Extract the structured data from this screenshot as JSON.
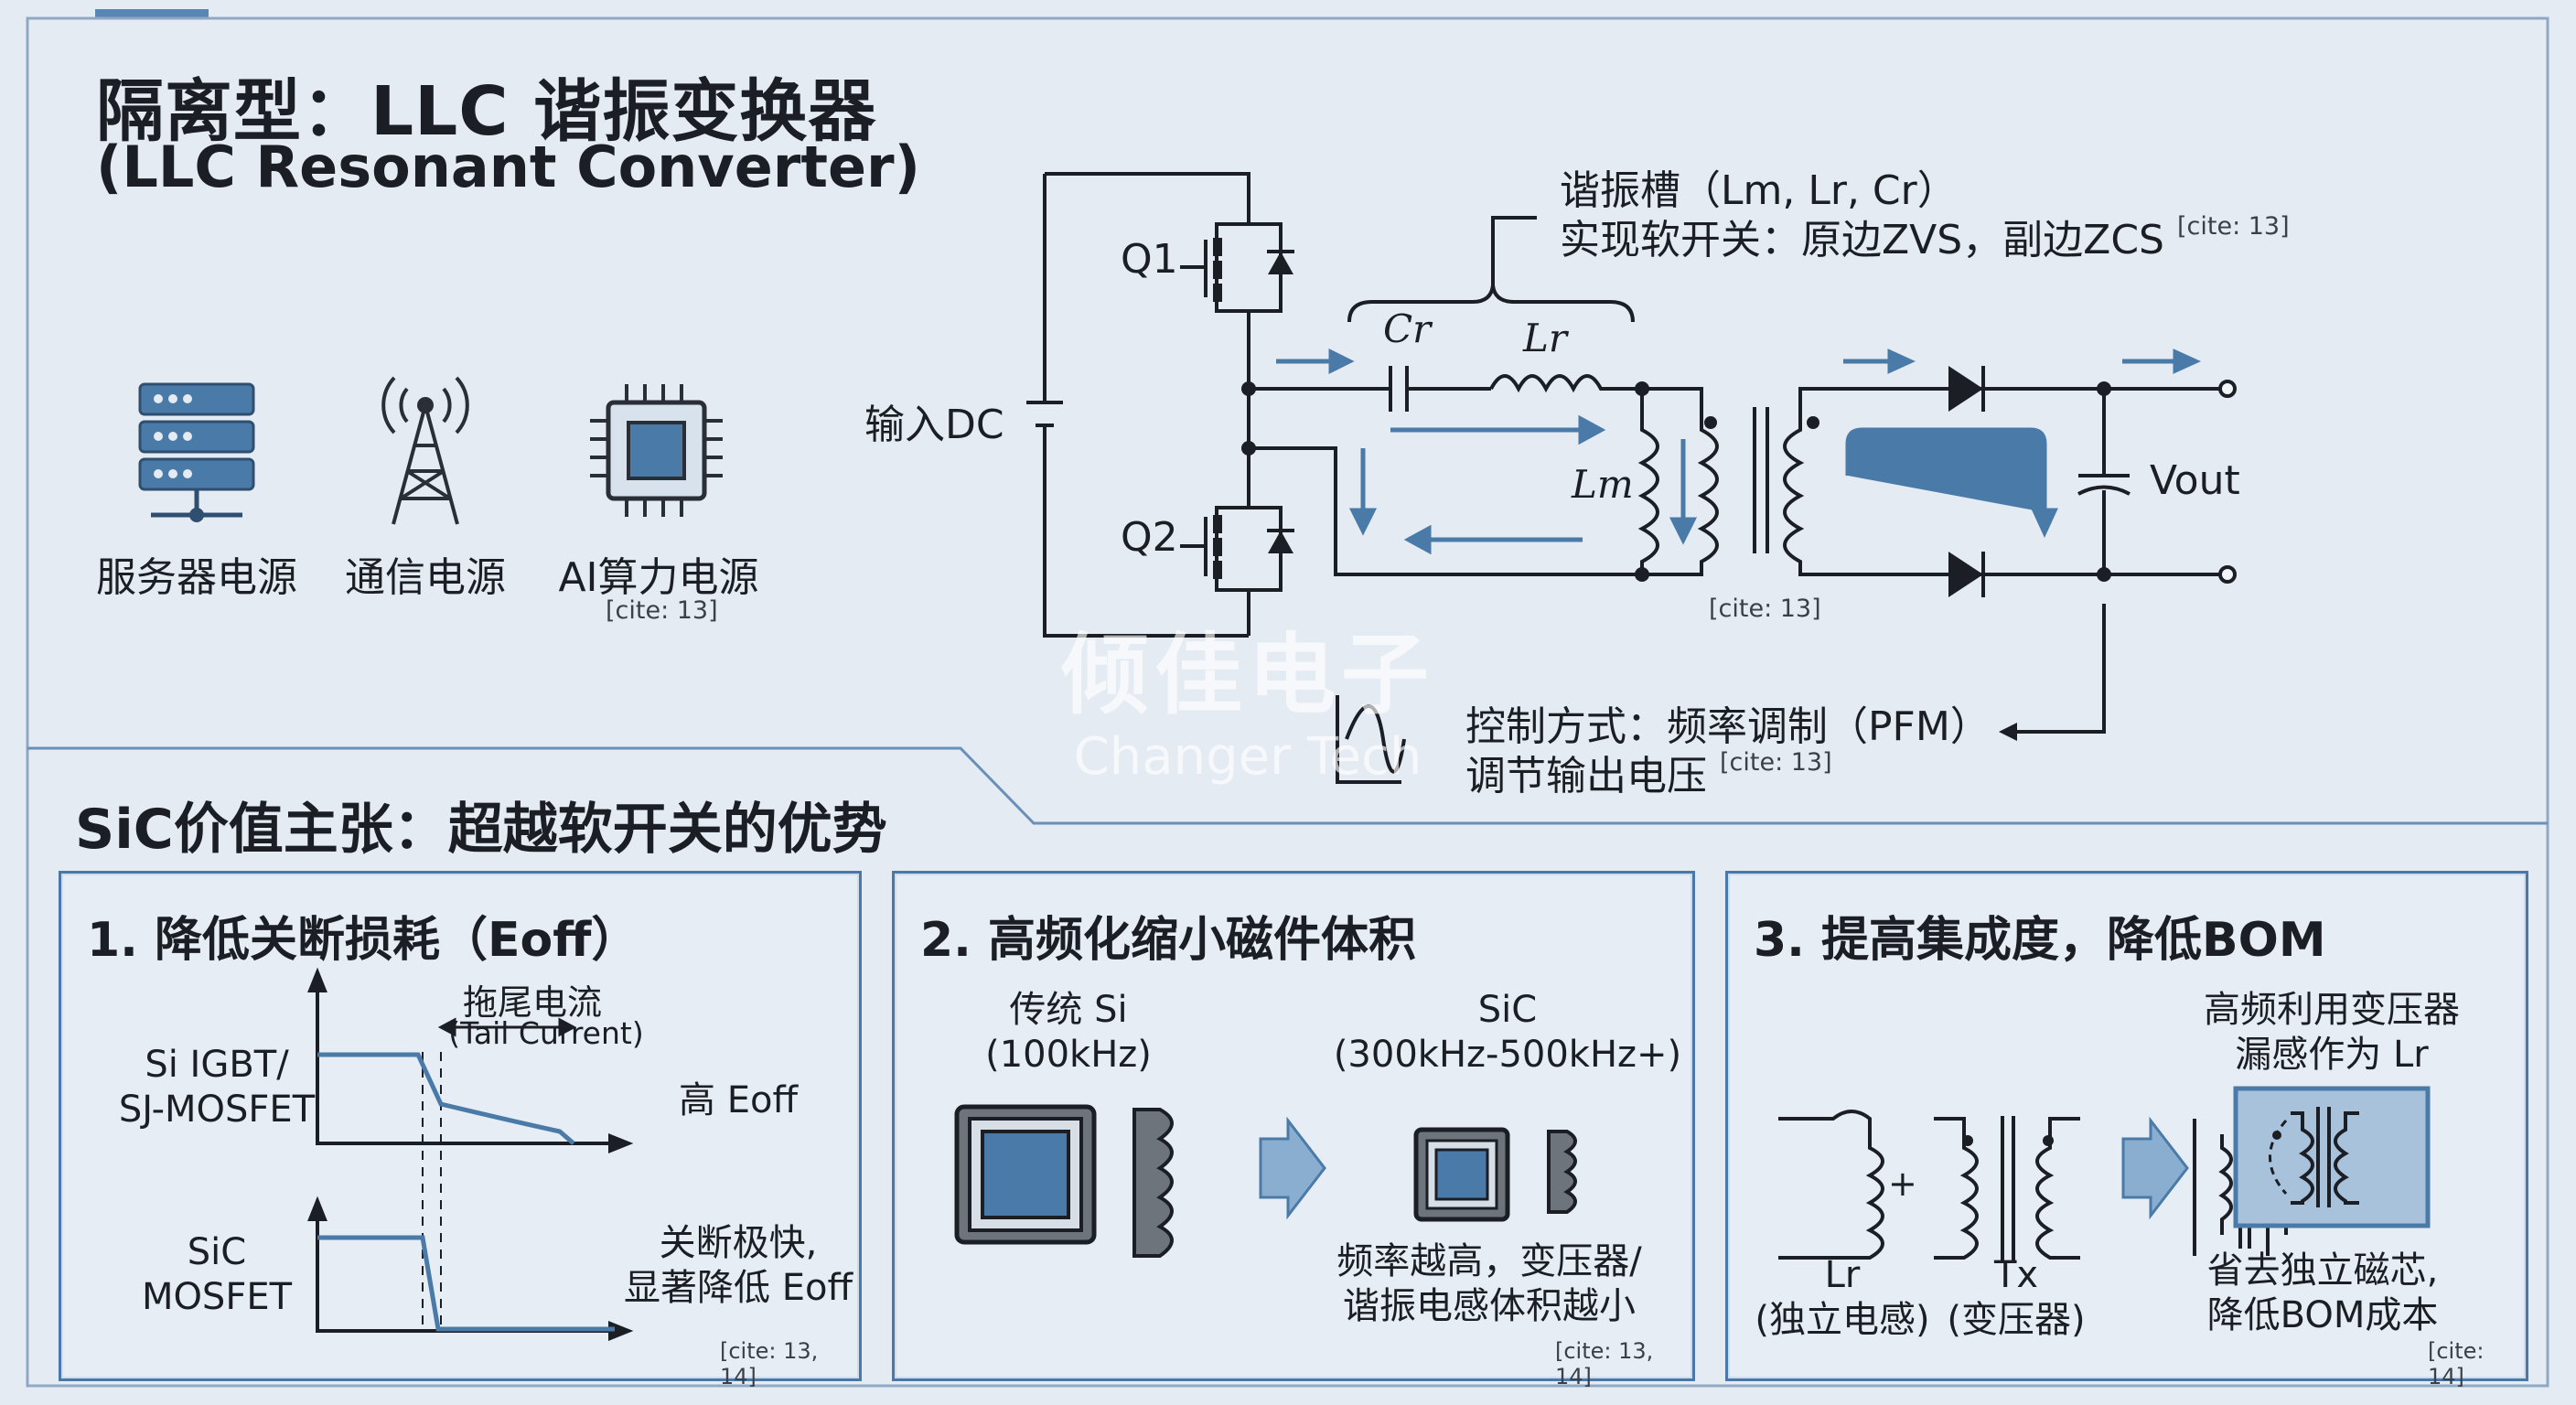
{
  "header": {
    "title_cn": "隔离型：LLC 谐振变换器",
    "title_en": "(LLC Resonant Converter)"
  },
  "applications": [
    {
      "icon": "server-icon",
      "label": "服务器电源"
    },
    {
      "icon": "tower-icon",
      "label": "通信电源"
    },
    {
      "icon": "chip-icon",
      "label": "AI算力电源"
    }
  ],
  "applications_cite": "[cite: 13]",
  "circuit": {
    "tank_label": "谐振槽（Lm, Lr, Cr）",
    "soft_switch": "实现软开关：原边ZVS，副边ZCS",
    "soft_switch_cite": "[cite: 13]",
    "input_label": "输入DC",
    "q1": "Q1",
    "q2": "Q2",
    "cr": "Cr",
    "lr": "Lr",
    "lm": "Lm",
    "vout": "Vout",
    "diagram_cite": "[cite: 13]",
    "control_line1": "控制方式：频率调制（PFM）",
    "control_line2": "调节输出电压",
    "control_cite": "[cite: 13]"
  },
  "watermark": {
    "cn": "倾佳电子",
    "en": "Changer Tech"
  },
  "section2": {
    "title": "SiC价值主张：超越软开关的优势"
  },
  "panel1": {
    "title": "1. 降低关断损耗（Eoff）",
    "row1_label": "Si IGBT/\nSJ-MOSFET",
    "row2_label": "SiC\nMOSFET",
    "tail_label": "拖尾电流",
    "tail_label_en": "(Tail Current)",
    "high_eoff": "高 Eoff",
    "fast_off": "关断极快,\n显著降低 Eoff",
    "cite": "[cite: 13, 14]"
  },
  "panel2": {
    "title": "2. 高频化缩小磁件体积",
    "si_label": "传统 Si\n(100kHz)",
    "sic_label": "SiC\n(300kHz-500kHz+)",
    "note": "频率越高，变压器/\n谐振电感体积越小",
    "cite": "[cite: 13, 14]"
  },
  "panel3": {
    "title": "3. 提高集成度，降低BOM",
    "top_label": "高频利用变压器\n漏感作为 Lr",
    "lr_label": "Lr\n(独立电感)",
    "tx_label": "Tx\n(变压器)",
    "plus": "+",
    "note": "省去独立磁芯,\n降低BOM成本",
    "cite": "[cite: 14]"
  },
  "colors": {
    "accent": "#4a7aa8",
    "background": "#e4ebf2",
    "line": "#1b1e24"
  }
}
